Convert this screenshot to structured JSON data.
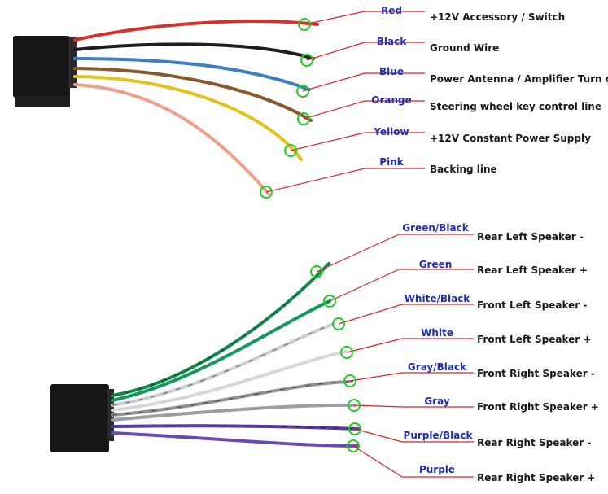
{
  "colors": {
    "pointer_line": "#d6262b",
    "marker_ring": "#22cc22",
    "connector": "#151515",
    "wire_color_label": "#1f2fae",
    "function_label": "#1a1a1a"
  },
  "top_harness": {
    "wires": [
      {
        "color_name": "Red",
        "function": "+12V  Accessory / Switch",
        "wire_color": "#d8302a",
        "stripe": null
      },
      {
        "color_name": "Black",
        "function": "Ground Wire",
        "wire_color": "#1e1e1e",
        "stripe": null
      },
      {
        "color_name": "Blue",
        "function": "Power Antenna / Amplifier Turn on",
        "wire_color": "#3f7fc4",
        "stripe": null
      },
      {
        "color_name": "Orange",
        "function": "Steering wheel key control line",
        "wire_color": "#8a5a2e",
        "stripe": null
      },
      {
        "color_name": "Yellow",
        "function": "+12V Constant Power Supply",
        "wire_color": "#e3c21c",
        "stripe": null
      },
      {
        "color_name": "Pink",
        "function": "Backing line",
        "wire_color": "#f0a08a",
        "stripe": null
      }
    ]
  },
  "bottom_harness": {
    "wires": [
      {
        "color_name": "Green/Black",
        "function": "Rear Left Speaker -",
        "wire_color": "#128a4e",
        "stripe": "#111111"
      },
      {
        "color_name": "Green",
        "function": "Rear Left Speaker +",
        "wire_color": "#14985a",
        "stripe": null
      },
      {
        "color_name": "White/Black",
        "function": "Front Left Speaker -",
        "wire_color": "#c9cfd3",
        "stripe": "#111111"
      },
      {
        "color_name": "White",
        "function": "Front Left Speaker +",
        "wire_color": "#d4d8db",
        "stripe": null
      },
      {
        "color_name": "Gray/Black",
        "function": "Front Right Speaker -",
        "wire_color": "#8e9294",
        "stripe": "#111111"
      },
      {
        "color_name": "Gray",
        "function": "Front Right Speaker +",
        "wire_color": "#9a9ea0",
        "stripe": null
      },
      {
        "color_name": "Purple/Black",
        "function": "Rear Right Speaker -",
        "wire_color": "#5a3aa0",
        "stripe": "#111111"
      },
      {
        "color_name": "Purple",
        "function": "Rear Right Speaker +",
        "wire_color": "#6a4bb2",
        "stripe": null
      }
    ]
  }
}
